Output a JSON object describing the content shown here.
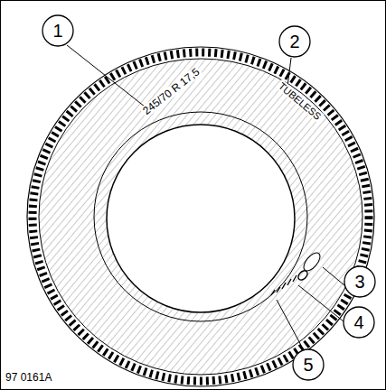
{
  "diagram": {
    "nodes": [
      {
        "text": [
          "1"
        ]
      },
      {
        "text": [
          "2"
        ]
      },
      {
        "text": [
          "3"
        ]
      },
      {
        "text": [
          "4"
        ]
      },
      {
        "text": [
          "5"
        ]
      }
    ],
    "labels": [
      "245/70 R 17,5",
      "TUBELESS",
      "97 0161A"
    ]
  }
}
